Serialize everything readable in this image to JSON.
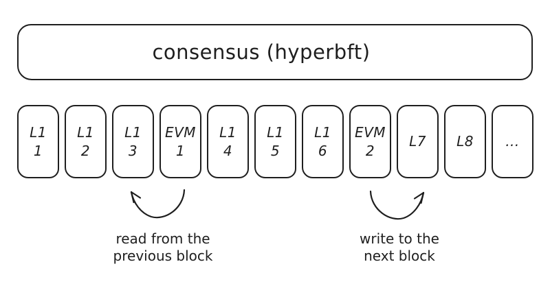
{
  "consensus": {
    "label": "consensus (hyperbft)"
  },
  "blocks": [
    {
      "id": "l1-1",
      "label": "L1\n1"
    },
    {
      "id": "l1-2",
      "label": "L1\n2"
    },
    {
      "id": "l1-3",
      "label": "L1\n3"
    },
    {
      "id": "evm-1",
      "label": "EVM\n1"
    },
    {
      "id": "l1-4",
      "label": "L1\n4"
    },
    {
      "id": "l1-5",
      "label": "L1\n5"
    },
    {
      "id": "l1-6",
      "label": "L1\n6"
    },
    {
      "id": "evm-2",
      "label": "EVM\n2"
    },
    {
      "id": "l7",
      "label": "L7"
    },
    {
      "id": "l8",
      "label": "L8"
    },
    {
      "id": "ellipsis",
      "label": "..."
    }
  ],
  "annotations": {
    "read": {
      "label": "read from the\nprevious block",
      "icon": "curved-arrow-up-left"
    },
    "write": {
      "label": "write to the\nnext block",
      "icon": "curved-arrow-up-right"
    }
  },
  "colors": {
    "stroke": "#1e1e1e",
    "background": "#ffffff"
  }
}
